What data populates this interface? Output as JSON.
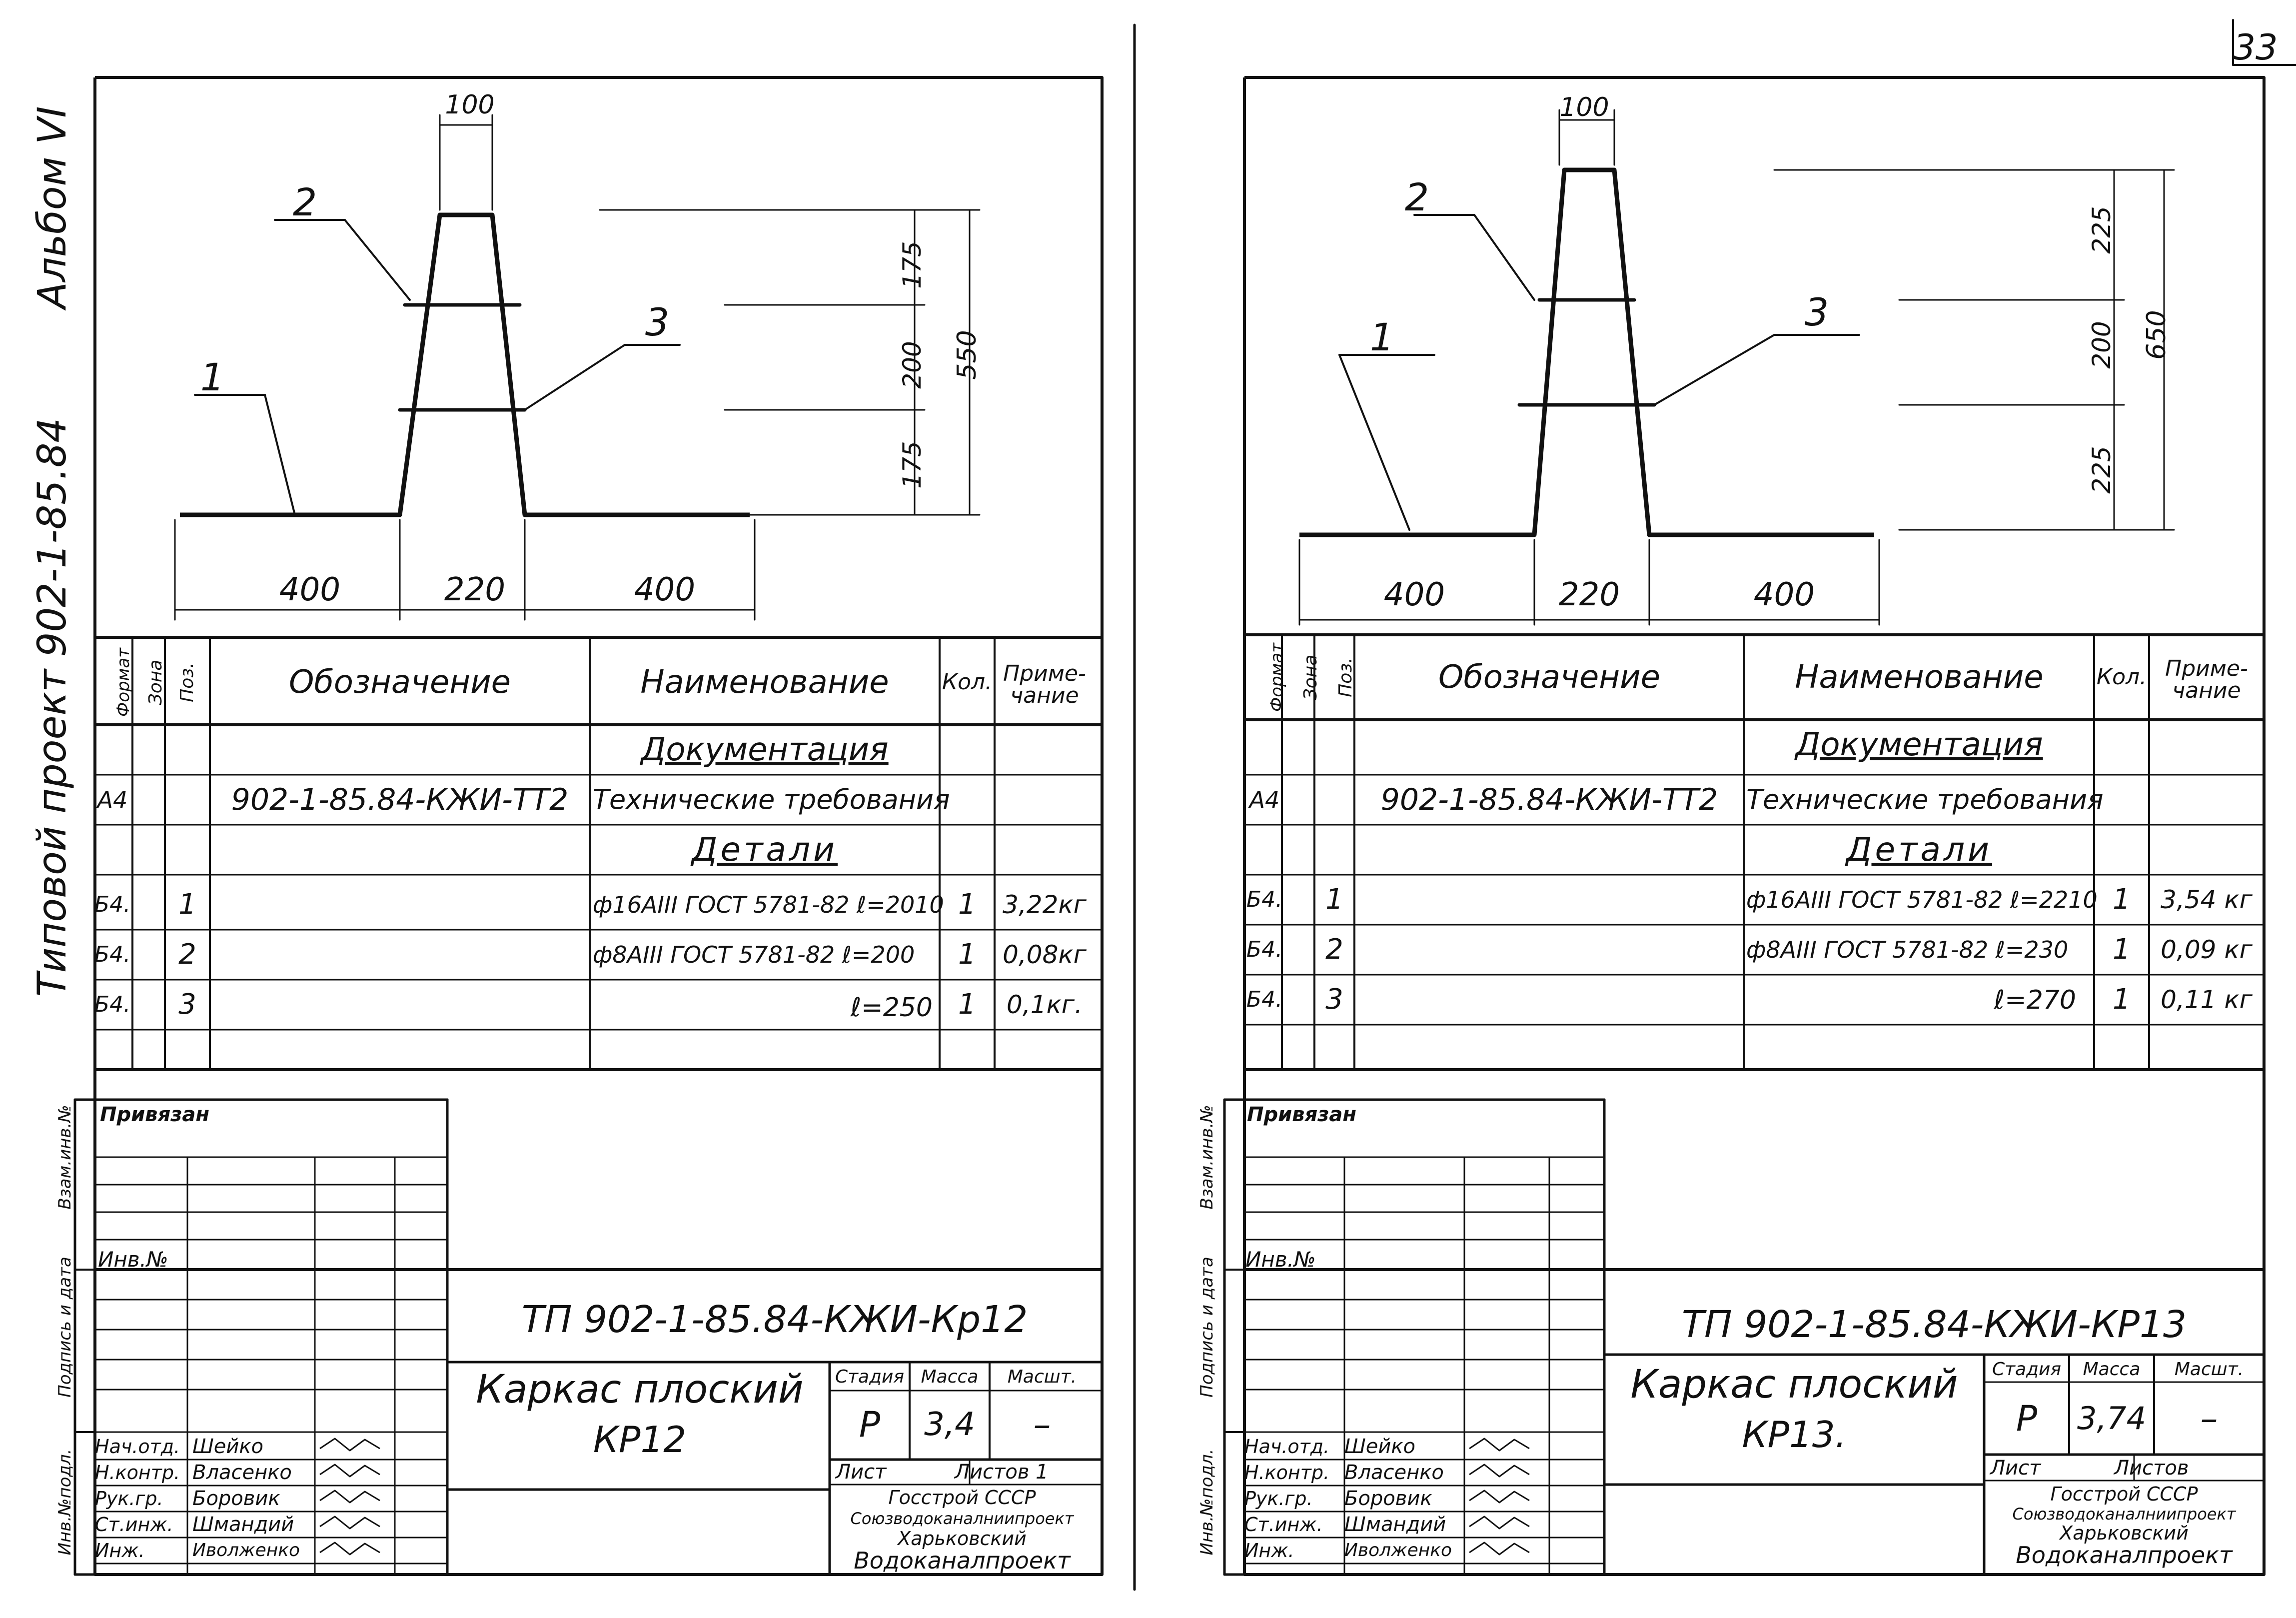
{
  "page_number": "33",
  "margin": {
    "album": "Альбом VI",
    "project": "Типовой проект 902-1-85.84"
  },
  "sheets": [
    {
      "drawing": {
        "pos1": "1",
        "pos2": "2",
        "pos3": "3",
        "dim_top": "100",
        "dim_bottom": [
          "400",
          "220",
          "400"
        ],
        "dim_right": [
          "175",
          "200",
          "175"
        ],
        "dim_total": "550"
      },
      "spec": {
        "headers": {
          "format": "Формат",
          "zone": "Зона",
          "pos": "Поз.",
          "designation": "Обозначение",
          "name": "Наименование",
          "qty": "Кол.",
          "note": "Приме-чание"
        },
        "section_doc": "Документация",
        "doc_row": {
          "format": "А4",
          "designation": "902-1-85.84-КЖИ-ТТ2",
          "name": "Технические требования"
        },
        "section_parts": "Детали",
        "rows": [
          {
            "format": "Б4.",
            "pos": "1",
            "name": "ф16АIII ГОСТ 5781-82 ℓ=2010",
            "qty": "1",
            "note": "3,22кг"
          },
          {
            "format": "Б4.",
            "pos": "2",
            "name": "ф8АIII ГОСТ 5781-82 ℓ=200",
            "qty": "1",
            "note": "0,08кг"
          },
          {
            "format": "Б4.",
            "pos": "3",
            "name": "ℓ=250",
            "qty": "1",
            "note": "0,1кг."
          }
        ]
      },
      "stamp": {
        "privyazan": "Привязан",
        "inv_no": "Инв.№",
        "side_labels": [
          "Инв.№подл.",
          "Подпись и дата",
          "Взам.инв.№"
        ],
        "code": "ТП 902-1-85.84-КЖИ-Кр12",
        "title": "Каркас плоский",
        "subtitle": "КР12",
        "stage_label": "Стадия",
        "mass_label": "Масса",
        "scale_label": "Масшт.",
        "stage": "Р",
        "mass": "3,4",
        "scale": "–",
        "sheet_label": "Лист",
        "sheets_label": "Листов 1",
        "org": [
          "Госстрой СССР",
          "Союзводоканалниипроект",
          "Харьковский",
          "Водоканалпроект"
        ],
        "people": [
          {
            "role": "Нач.отд.",
            "name": "Шейко"
          },
          {
            "role": "Н.контр.",
            "name": "Власенко"
          },
          {
            "role": "Рук.гр.",
            "name": "Боровик"
          },
          {
            "role": "Ст.инж.",
            "name": "Шмандий"
          },
          {
            "role": "Инж.",
            "name": "Иволженко"
          }
        ]
      }
    },
    {
      "drawing": {
        "pos1": "1",
        "pos2": "2",
        "pos3": "3",
        "dim_top": "100",
        "dim_bottom": [
          "400",
          "220",
          "400"
        ],
        "dim_right": [
          "225",
          "200",
          "225"
        ],
        "dim_total": "650"
      },
      "spec": {
        "headers": {
          "format": "Формат",
          "zone": "Зона",
          "pos": "Поз.",
          "designation": "Обозначение",
          "name": "Наименование",
          "qty": "Кол.",
          "note": "Приме-чание"
        },
        "section_doc": "Документация",
        "doc_row": {
          "format": "А4",
          "designation": "902-1-85.84-КЖИ-ТТ2",
          "name": "Технические требования"
        },
        "section_parts": "Детали",
        "rows": [
          {
            "format": "Б4.",
            "pos": "1",
            "name": "ф16АIII ГОСТ 5781-82 ℓ=2210",
            "qty": "1",
            "note": "3,54 кг"
          },
          {
            "format": "Б4.",
            "pos": "2",
            "name": "ф8АIII ГОСТ 5781-82 ℓ=230",
            "qty": "1",
            "note": "0,09 кг"
          },
          {
            "format": "Б4.",
            "pos": "3",
            "name": "ℓ=270",
            "qty": "1",
            "note": "0,11 кг"
          }
        ]
      },
      "stamp": {
        "privyazan": "Привязан",
        "inv_no": "Инв.№",
        "side_labels": [
          "Инв.№подл.",
          "Подпись и дата",
          "Взам.инв.№"
        ],
        "code": "ТП 902-1-85.84-КЖИ-КР13",
        "title": "Каркас плоский",
        "subtitle": "КР13.",
        "stage_label": "Стадия",
        "mass_label": "Масса",
        "scale_label": "Масшт.",
        "stage": "Р",
        "mass": "3,74",
        "scale": "–",
        "sheet_label": "Лист",
        "sheets_label": "Листов",
        "org": [
          "Госстрой СССР",
          "Союзводоканалниипроект",
          "Харьковский",
          "Водоканалпроект"
        ],
        "people": [
          {
            "role": "Нач.отд.",
            "name": "Шейко"
          },
          {
            "role": "Н.контр.",
            "name": "Власенко"
          },
          {
            "role": "Рук.гр.",
            "name": "Боровик"
          },
          {
            "role": "Ст.инж.",
            "name": "Шмандий"
          },
          {
            "role": "Инж.",
            "name": "Иволженко"
          }
        ]
      }
    }
  ]
}
